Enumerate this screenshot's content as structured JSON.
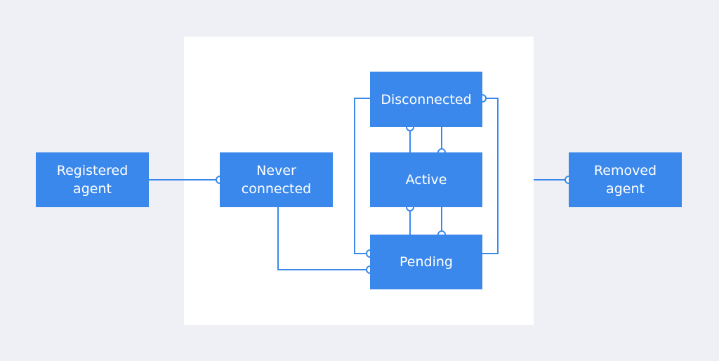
{
  "diagram": {
    "nodes": {
      "registered": "Registered\nagent",
      "never_connected": "Never\nconnected",
      "disconnected": "Disconnected",
      "active": "Active",
      "pending": "Pending",
      "removed": "Removed\nagent"
    }
  },
  "colors": {
    "node_fill": "#3b88ec",
    "wire": "#3b88ec",
    "panel": "#ffffff",
    "background": "#eef0f5"
  }
}
